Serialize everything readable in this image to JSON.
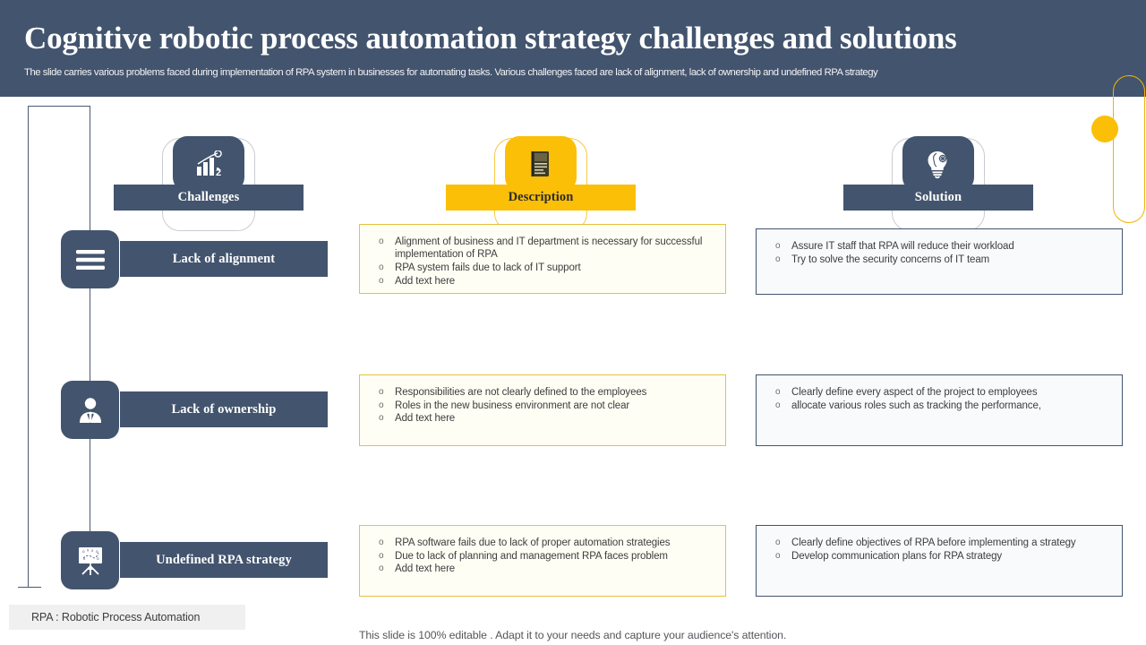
{
  "header": {
    "title": "Cognitive robotic process automation strategy challenges and solutions",
    "subtitle": "The slide carries various problems faced during implementation of RPA system in businesses for automating tasks. Various challenges faced are lack of alignment, lack of ownership and undefined RPA strategy",
    "bg_color": "#43546e"
  },
  "theme": {
    "navy": "#43546e",
    "yellow": "#fcbf07",
    "desc_box_bg": "#fffef4",
    "desc_box_border": "#e5c23e",
    "sol_box_bg": "#f9fafb",
    "sol_box_border": "#43546e"
  },
  "columns": [
    {
      "key": "challenges",
      "label": "Challenges",
      "icon": "bar-chart-growth-icon",
      "accent": "#43546e"
    },
    {
      "key": "description",
      "label": "Description",
      "icon": "document-book-icon",
      "accent": "#fcbf07"
    },
    {
      "key": "solution",
      "label": "Solution",
      "icon": "lightbulb-gear-icon",
      "accent": "#43546e"
    }
  ],
  "rows": [
    {
      "challenge_label": "Lack of alignment",
      "challenge_icon": "alignment-lines-icon",
      "description": [
        "Alignment of business and IT department is necessary for successful implementation of RPA",
        "RPA system fails due to lack of IT support",
        "Add text here"
      ],
      "solution": [
        "Assure IT staff that RPA will reduce their workload",
        "Try to solve the security concerns of IT team"
      ]
    },
    {
      "challenge_label": "Lack of ownership",
      "challenge_icon": "businessman-icon",
      "description": [
        "Responsibilities are not clearly defined to the employees",
        "Roles in the new business environment are not clear",
        "Add text here"
      ],
      "solution": [
        "Clearly define every aspect of the project to employees",
        "allocate various roles such as tracking the performance,"
      ]
    },
    {
      "challenge_label": "Undefined RPA strategy",
      "challenge_icon": "strategy-board-icon",
      "description": [
        "RPA software fails due to lack of proper automation strategies",
        "Due to lack of planning and management RPA faces problem",
        "Add text here"
      ],
      "solution": [
        "Clearly define objectives of RPA before implementing a strategy",
        "Develop communication plans for RPA strategy"
      ]
    }
  ],
  "footer": {
    "legend": "RPA : Robotic Process Automation",
    "editable_note": "This slide is 100% editable . Adapt it to your needs and capture your audience's attention."
  }
}
